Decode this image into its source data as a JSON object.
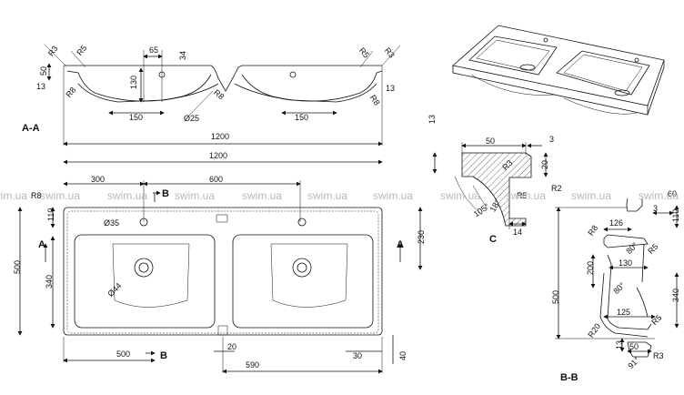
{
  "watermark": "swim.ua",
  "sections": {
    "aa": "A-A",
    "bb": "B-B",
    "c": "C",
    "a_mark": "A",
    "b_mark": "B"
  },
  "labels": {
    "aa_r3_left": "R3",
    "aa_r5_left": "R5",
    "aa_r3_right": "R3",
    "aa_r5_right": "R5",
    "aa_r8_left": "R8",
    "aa_r8_mid": "R8",
    "aa_r8_right": "R8",
    "aa_65": "65",
    "aa_34": "34",
    "aa_50": "50",
    "aa_13_left": "13",
    "aa_13_right": "13",
    "aa_130": "130",
    "aa_150_left": "150",
    "aa_150_right": "150",
    "aa_d25": "Ø25",
    "aa_1200": "1200",
    "top_1200": "1200",
    "top_300": "300",
    "top_600": "600",
    "top_r8": "R8",
    "top_110": "110",
    "top_d35": "Ø35",
    "top_500": "500",
    "top_340": "340",
    "top_d44": "Ø44",
    "top_230": "230",
    "top_500b": "500",
    "top_20": "20",
    "top_590": "590",
    "top_30": "30",
    "top_40": "40",
    "c_13": "13",
    "c_50": "50",
    "c_3": "3",
    "c_20": "20",
    "c_r3": "R3",
    "c_r2": "R2",
    "c_105": "105°",
    "c_r5": "R5",
    "c_18": "18°",
    "c_14": "14",
    "bb_60": "60",
    "bb_3": "3",
    "bb_110": "110",
    "bb_126": "126",
    "bb_r8": "R8",
    "bb_80a": "80°",
    "bb_r5a": "R5",
    "bb_130": "130",
    "bb_200": "200",
    "bb_500": "500",
    "bb_80b": "80°",
    "bb_340": "340",
    "bb_125": "125",
    "bb_r5b": "R5",
    "bb_r20": "R20",
    "bb_13": "13",
    "bb_50": "50",
    "bb_r3": "R3",
    "bb_91": "91°"
  }
}
